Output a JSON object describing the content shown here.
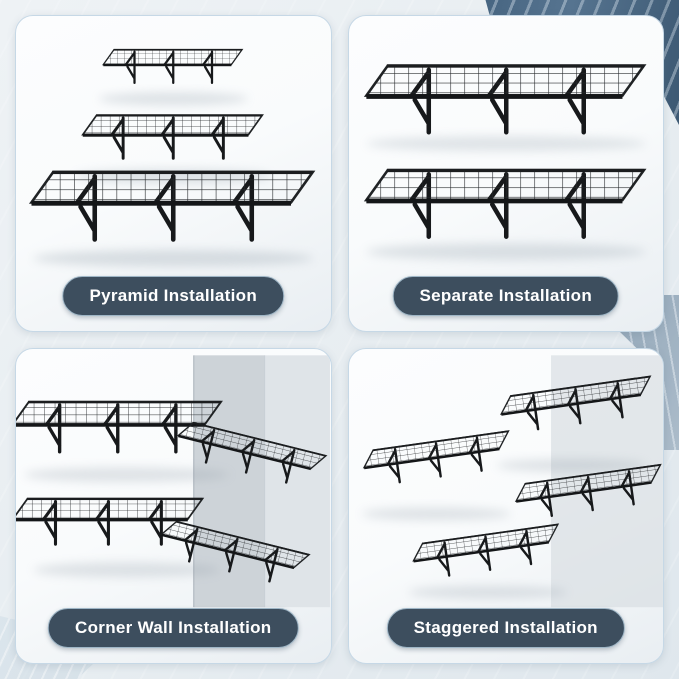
{
  "image_type": "product-installation-options-infographic",
  "colors": {
    "canvas-bg": "#e7edf1",
    "panel-bg": "#f9fbfc",
    "panel-border": "#c6d8e6",
    "pill-bg": "#3d4e5e",
    "pill-text": "#ffffff",
    "brush-dark": "#44627e",
    "brush-mid": "#8aa0b2"
  },
  "panels": [
    {
      "id": "pyramid",
      "label": "Pyramid Installation"
    },
    {
      "id": "separate",
      "label": "Separate Installation"
    },
    {
      "id": "corner",
      "label": "Corner Wall Installation"
    },
    {
      "id": "staggered",
      "label": "Staggered Installation"
    }
  ]
}
